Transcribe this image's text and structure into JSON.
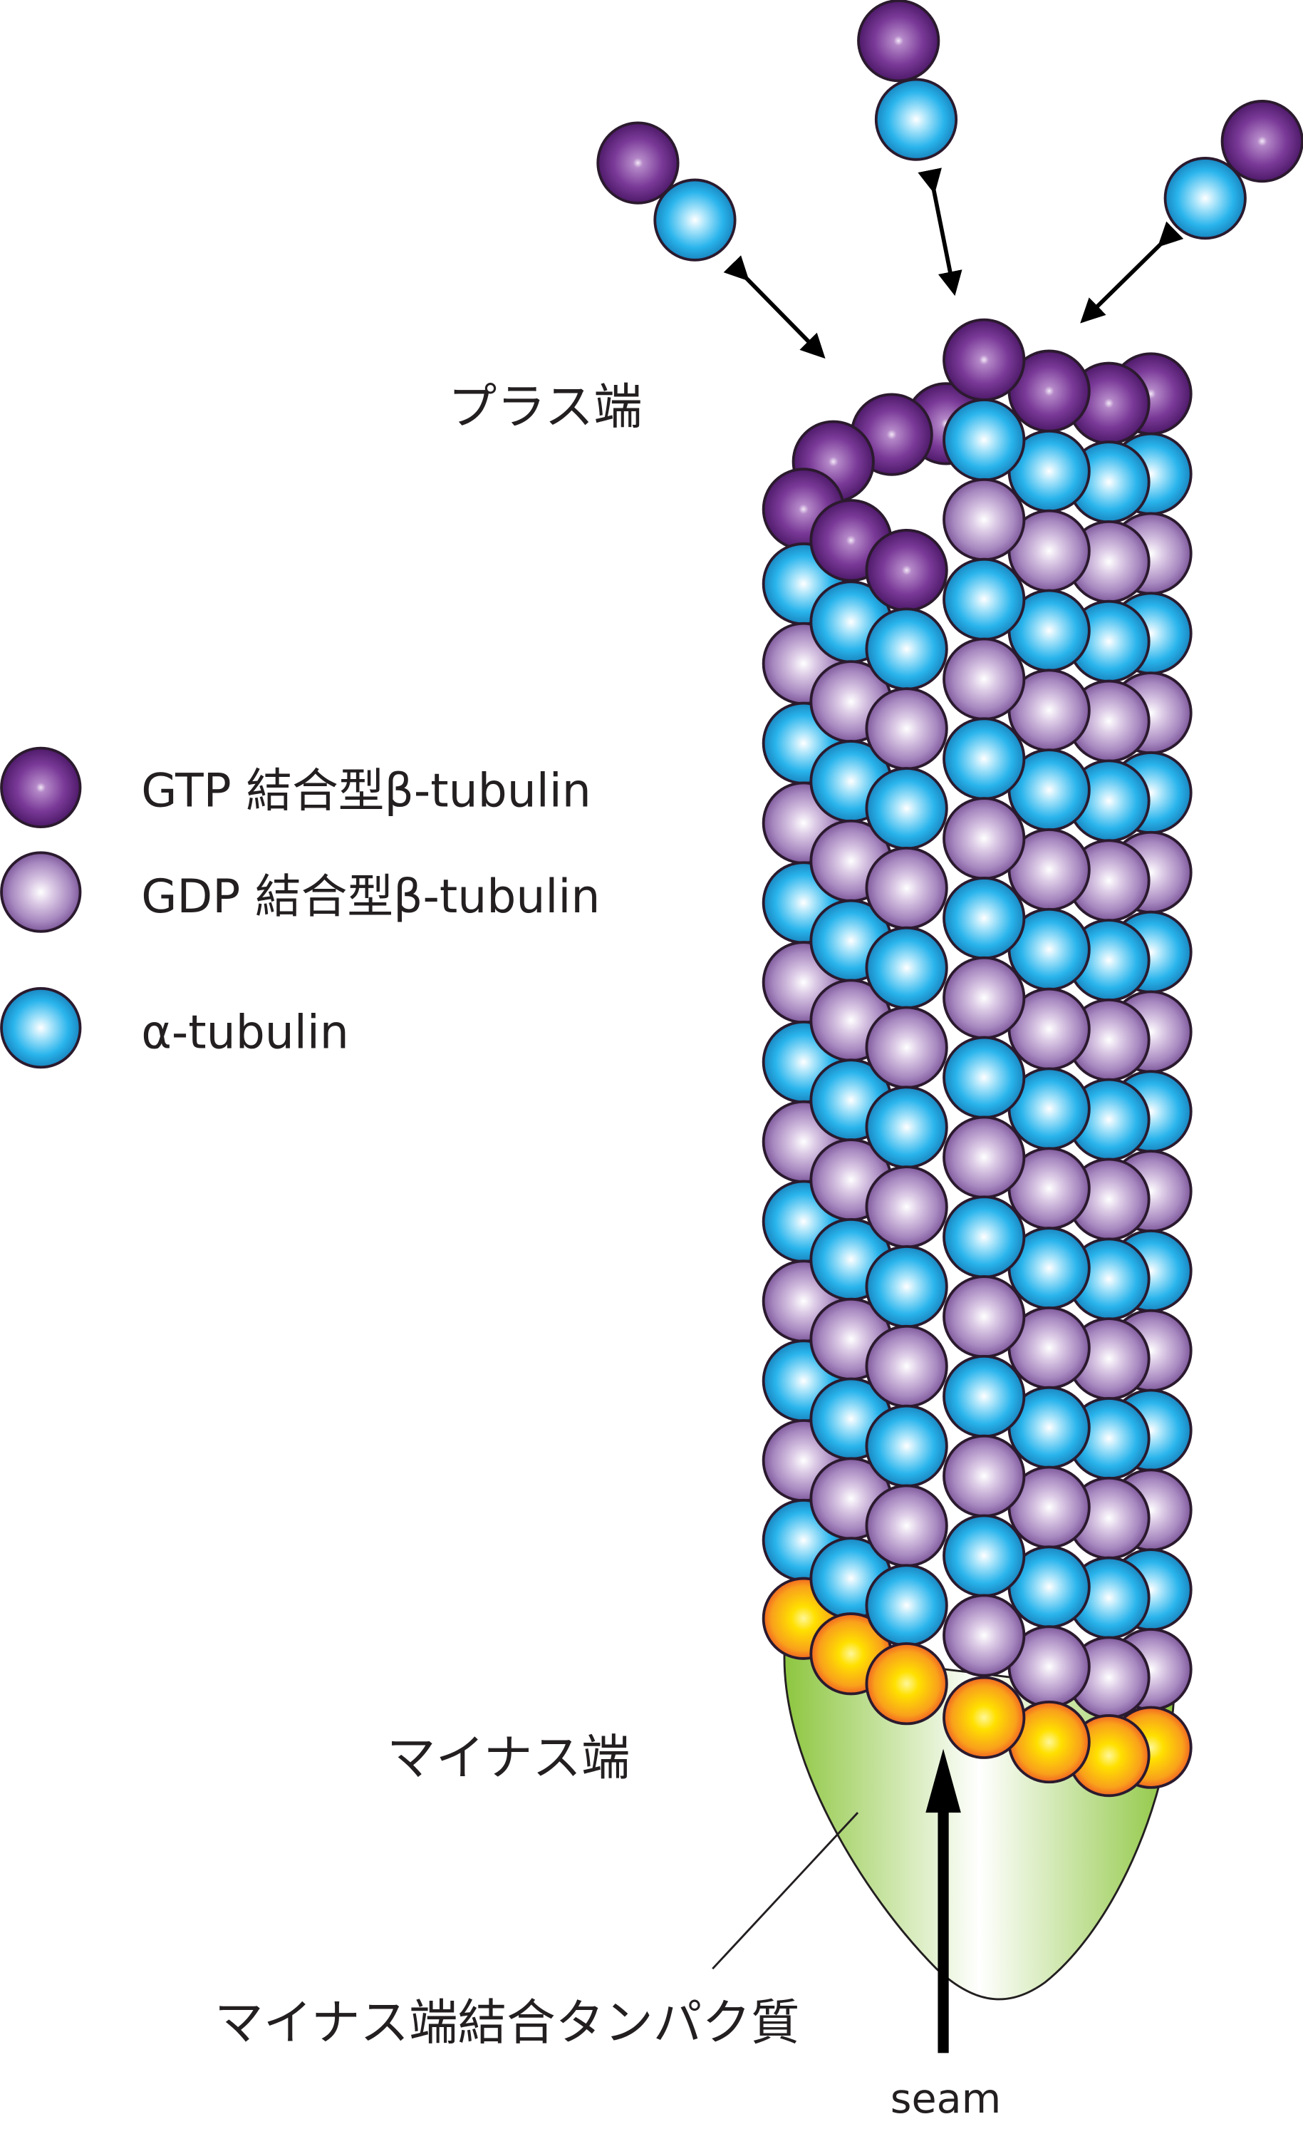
{
  "labels": {
    "plus_end": "プラス端",
    "minus_end": "マイナス端",
    "minus_end_protein": "マイナス端結合タンパク質",
    "seam": "seam"
  },
  "legend": [
    {
      "key": "gtp",
      "label": "GTP 結合型β-tubulin",
      "color": "#6b2d8b"
    },
    {
      "key": "gdp",
      "label": "GDP 結合型β-tubulin",
      "color": "#a07cb8"
    },
    {
      "key": "alpha",
      "label": "α-tubulin",
      "color": "#29abe2"
    }
  ],
  "colors": {
    "minus_cap": "#8dc63f",
    "minus_ring": "#f7941d"
  }
}
